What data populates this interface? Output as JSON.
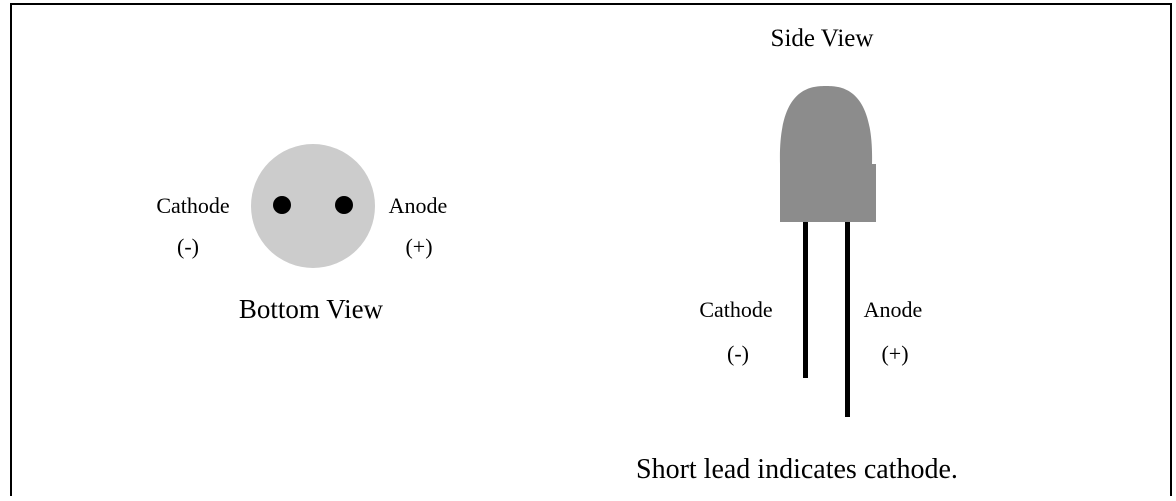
{
  "bottom_view": {
    "title": "Bottom View",
    "cathode_label": "Cathode",
    "cathode_sign": "(-)",
    "anode_label": "Anode",
    "anode_sign": "(+)"
  },
  "side_view": {
    "title": "Side View",
    "cathode_label": "Cathode",
    "cathode_sign": "(-)",
    "anode_label": "Anode",
    "anode_sign": "(+)",
    "caption": "Short lead indicates cathode."
  },
  "colors": {
    "led_body": "#8c8c8c",
    "led_base": "#cccccc",
    "lead": "#000000",
    "pin": "#000000",
    "border": "#000000"
  }
}
